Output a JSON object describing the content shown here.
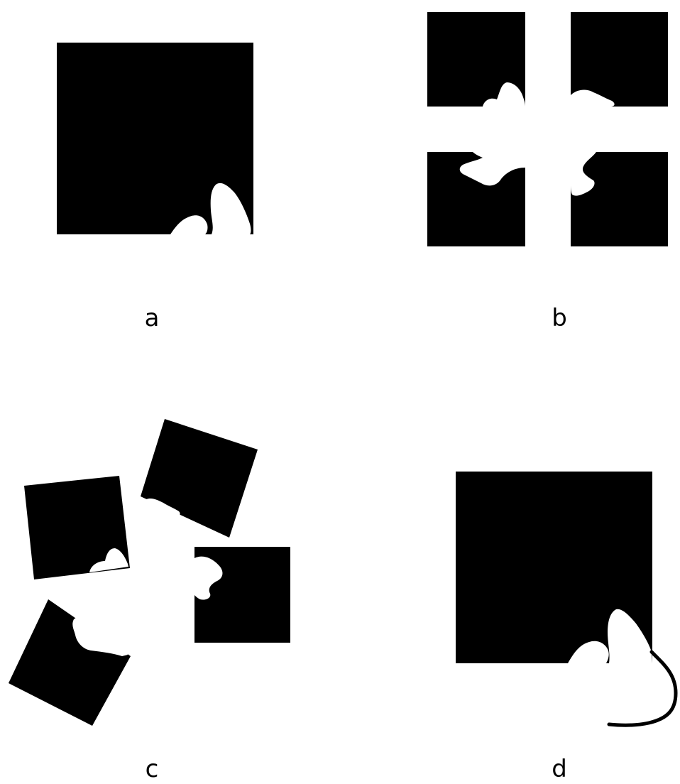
{
  "colors": {
    "background": "#ffffff",
    "shape": "#000000",
    "cutout": "#ffffff"
  },
  "panels": [
    {
      "id": "a",
      "label": "a"
    },
    {
      "id": "b",
      "label": "b"
    },
    {
      "id": "c",
      "label": "c"
    },
    {
      "id": "d",
      "label": "d"
    }
  ]
}
